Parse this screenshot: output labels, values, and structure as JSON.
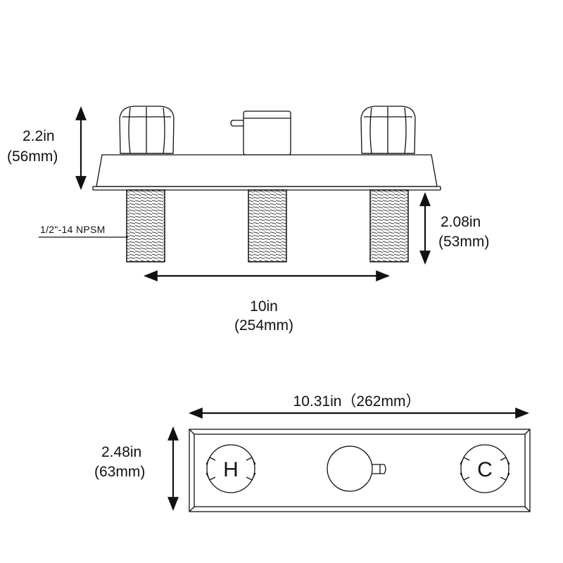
{
  "front_view": {
    "height_dim": {
      "value": "2.2in",
      "metric": "(56mm)"
    },
    "shank_length_dim": {
      "value": "2.08in",
      "metric": "(53mm)"
    },
    "center_spacing_dim": {
      "value": "10in",
      "metric": "(254mm)"
    },
    "thread_note": "1/2\"-14 NPSM"
  },
  "top_view": {
    "width_dim": "10.31in（262mm）",
    "depth_dim": {
      "value": "2.48in",
      "metric": "(63mm)"
    },
    "hot_label": "H",
    "cold_label": "C"
  },
  "colors": {
    "line": "#111111",
    "background": "#ffffff"
  },
  "icons": [
    "double-arrow-icon",
    "knob-icon",
    "diverter-icon",
    "threaded-shank-icon"
  ]
}
